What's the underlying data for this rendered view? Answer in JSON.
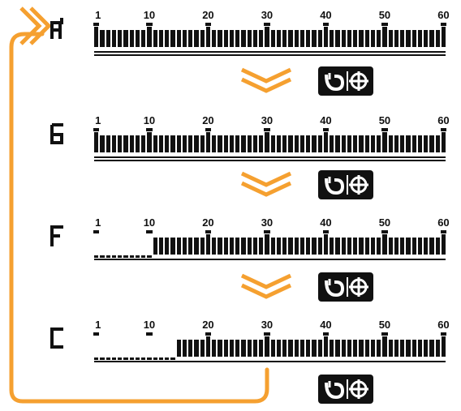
{
  "segment_count": 60,
  "tick_numbers": [
    "1",
    "10",
    "20",
    "30",
    "40",
    "50",
    "60"
  ],
  "colors": {
    "ink": "#111111",
    "accent": "#F5A030",
    "background": "#ffffff"
  },
  "rows": [
    {
      "letter": "A",
      "first_lit_segment": 1
    },
    {
      "letter": "6",
      "first_lit_segment": 1
    },
    {
      "letter": "F",
      "first_lit_segment": 11
    },
    {
      "letter": "C",
      "first_lit_segment": 15
    }
  ],
  "connector_icon": "double-chevron-down-icon",
  "badge_icon": "swap-symbol-icon",
  "loop_arrow_icon": "loop-arrow-icon"
}
